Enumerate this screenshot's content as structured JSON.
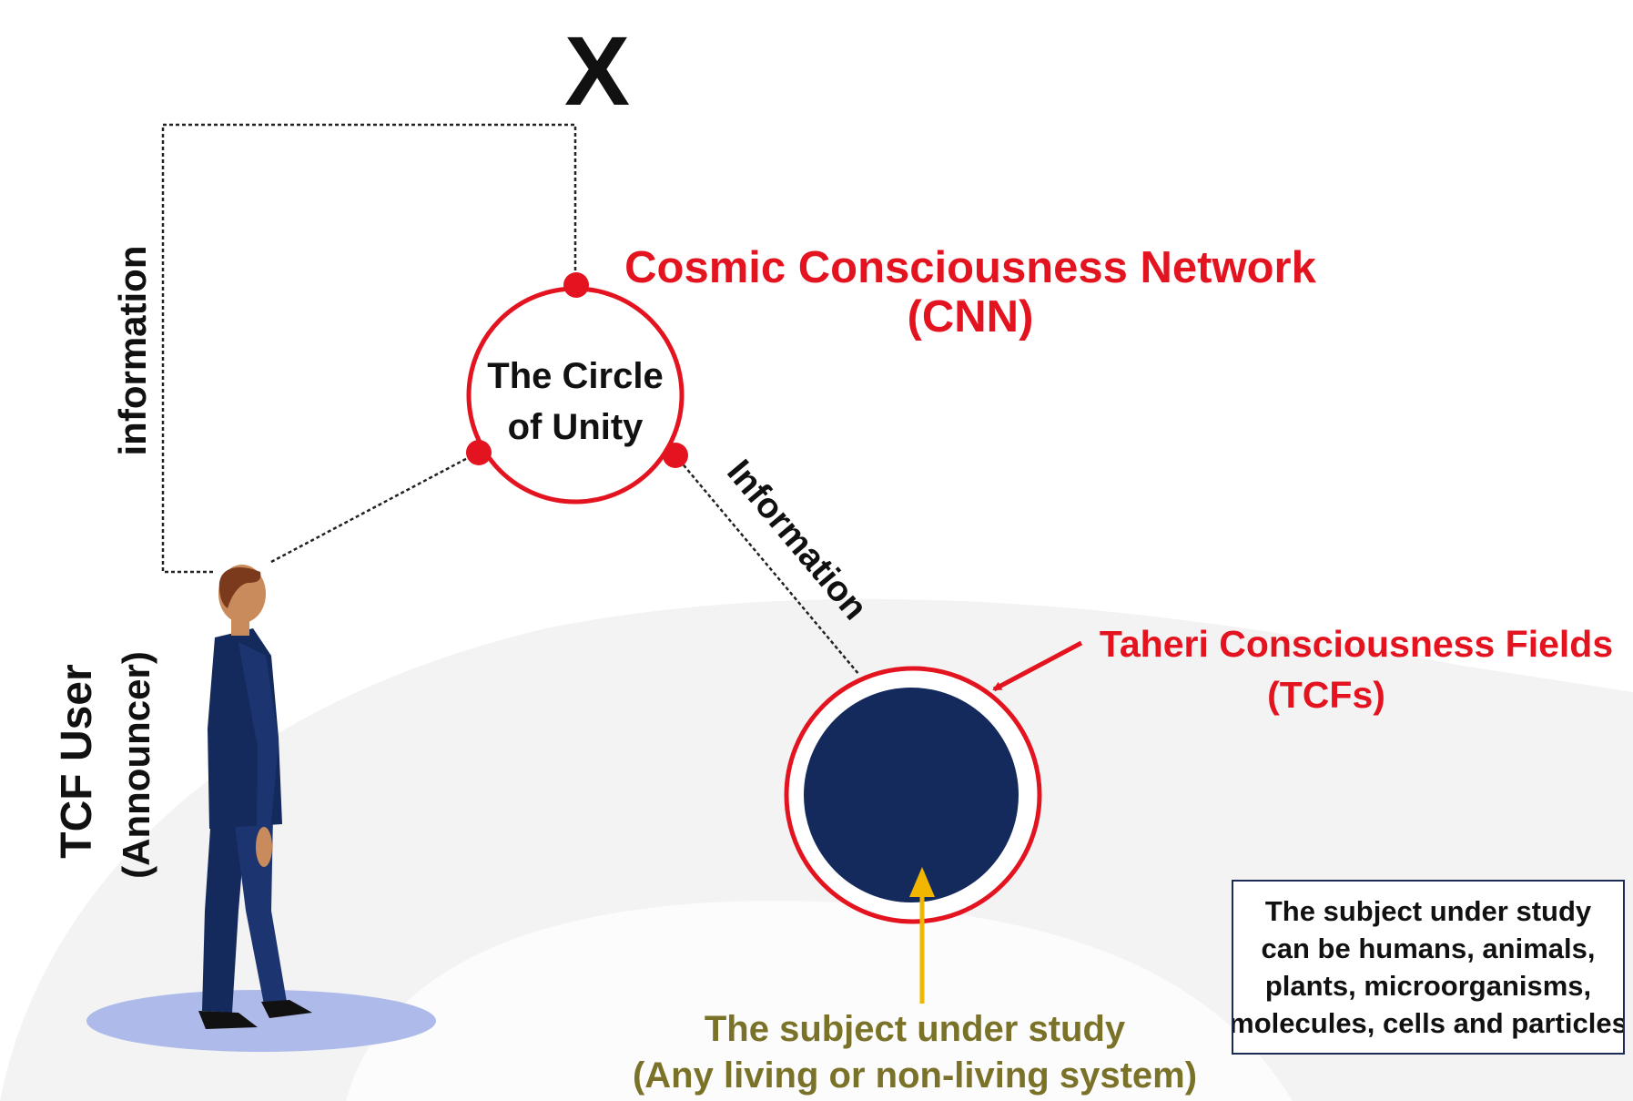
{
  "top_marker": "X",
  "left_link_label": "information",
  "right_link_label": "Information",
  "circle_of_unity": {
    "line1": "The Circle",
    "line2": "of Unity"
  },
  "network": {
    "title": "Cosmic Consciousness Network",
    "abbrev": "(CNN)"
  },
  "fields": {
    "title": "Taheri Consciousness Fields",
    "abbrev": "(TCFs)"
  },
  "user": {
    "title": "TCF User",
    "role": "(Announcer)"
  },
  "subject": {
    "title": "The subject under study",
    "subtitle": "(Any living or non-living system)"
  },
  "note": {
    "lines": [
      "The subject under study",
      "can be humans, animals,",
      "plants, microorganisms,",
      "molecules, cells and particles"
    ]
  },
  "colors": {
    "red": "#e3141f",
    "navy": "#152a5c",
    "subject_text": "#7b7229",
    "arrow_yellow": "#f2b600",
    "platform": "#aebbea",
    "background_swoosh": "#f3f3f3"
  }
}
